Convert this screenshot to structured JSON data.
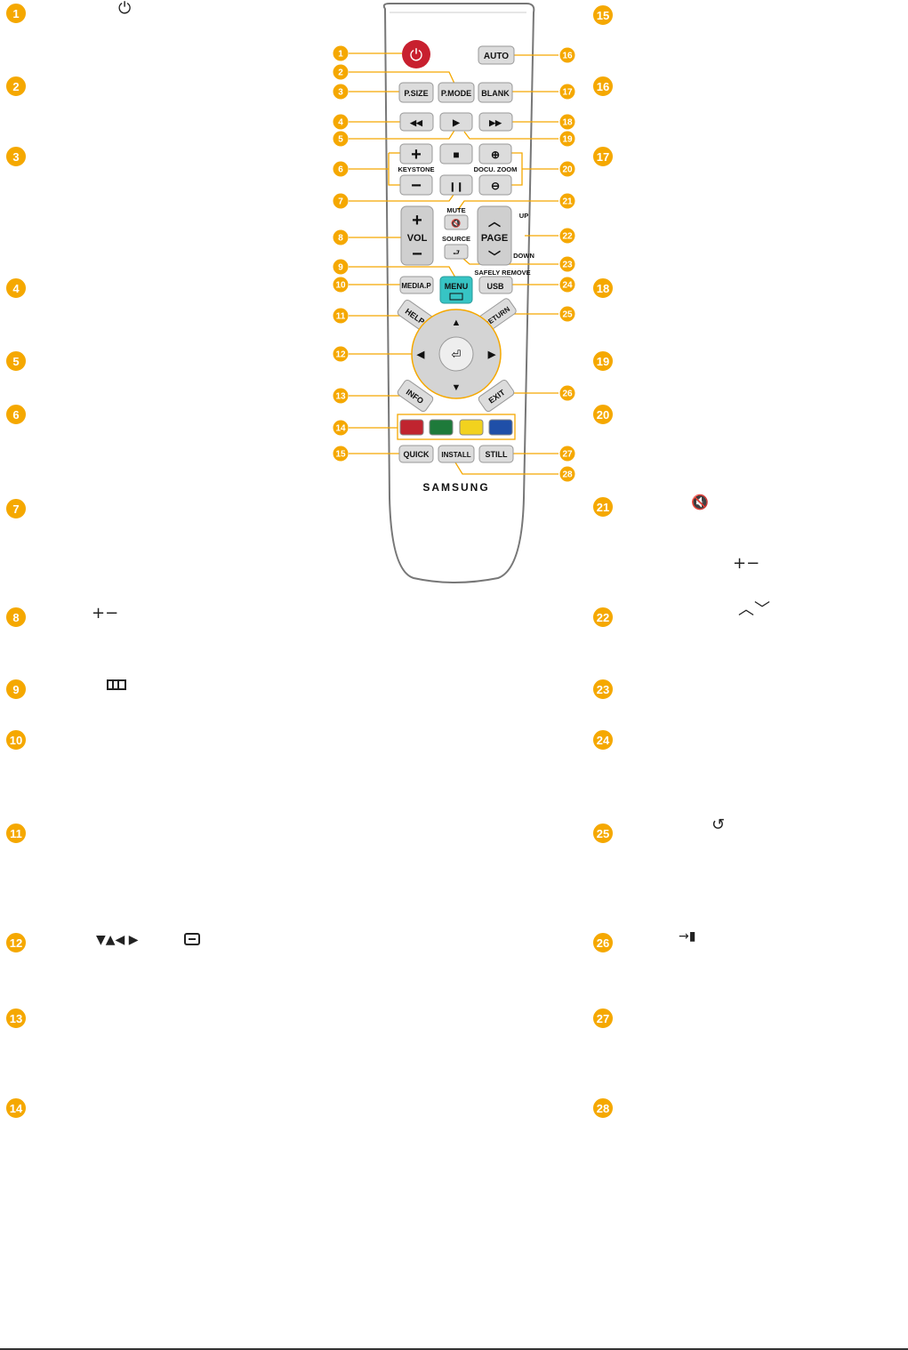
{
  "accent_color": "#F5A800",
  "legend_left": [
    {
      "num": "1",
      "glyph": "⏻"
    },
    {
      "num": "2",
      "glyph": ""
    },
    {
      "num": "3",
      "glyph": ""
    },
    {
      "num": "4",
      "glyph": ""
    },
    {
      "num": "5",
      "glyph": ""
    },
    {
      "num": "6",
      "glyph": ""
    },
    {
      "num": "7",
      "glyph": ""
    },
    {
      "num": "8",
      "glyph": "+−"
    },
    {
      "num": "9",
      "glyph": "menu-icon"
    },
    {
      "num": "10",
      "glyph": ""
    },
    {
      "num": "11",
      "glyph": ""
    },
    {
      "num": "12",
      "glyph": "▼▲◀ ▶"
    },
    {
      "num": "13",
      "glyph": ""
    },
    {
      "num": "14",
      "glyph": ""
    }
  ],
  "legend_right": [
    {
      "num": "15",
      "glyph": ""
    },
    {
      "num": "16",
      "glyph": ""
    },
    {
      "num": "17",
      "glyph": ""
    },
    {
      "num": "18",
      "glyph": ""
    },
    {
      "num": "19",
      "glyph": ""
    },
    {
      "num": "20",
      "glyph": ""
    },
    {
      "num": "21",
      "glyph": "🔇"
    },
    {
      "num": "22",
      "glyph": "︿﹀"
    },
    {
      "num": "23",
      "glyph": ""
    },
    {
      "num": "24",
      "glyph": ""
    },
    {
      "num": "25",
      "glyph": "↺"
    },
    {
      "num": "26",
      "glyph": "→▮"
    },
    {
      "num": "27",
      "glyph": ""
    },
    {
      "num": "28",
      "glyph": ""
    }
  ],
  "legend_extra": {
    "vol_glyph": "+−"
  },
  "remote": {
    "brand": "SAMSUNG",
    "buttons": {
      "power": "⏻",
      "auto": "AUTO",
      "pmode": "P.MODE",
      "psize": "P.SIZE",
      "blank": "BLANK",
      "rewind": "◀◀",
      "play": "▶",
      "ffwd": "▶▶",
      "keystone_plus": "+",
      "stop": "■",
      "zoom_in": "⊕",
      "keystone_minus": "−",
      "pause": "❙❙",
      "zoom_out": "⊖",
      "vol_plus": "+",
      "vol_label": "VOL",
      "vol_minus": "−",
      "mute_icon": "🔇",
      "source_icon": "⮐",
      "page_up": "︿",
      "page_label": "PAGE",
      "page_down": "﹀",
      "mediap": "MEDIA.P",
      "menu": "MENU",
      "usb": "USB",
      "help": "HELP",
      "return": "RETURN",
      "up": "▲",
      "down": "▼",
      "left": "◀",
      "right": "▶",
      "enter": "⏎",
      "info": "INFO",
      "exit": "EXIT",
      "quick": "QUICK",
      "install": "INSTALL",
      "still": "STILL"
    },
    "labels": {
      "keystone": "KEYSTONE",
      "docu_zoom": "DOCU. ZOOM",
      "mute": "MUTE",
      "source": "SOURCE",
      "up": "UP",
      "down": "DOWN",
      "safely_remove": "SAFELY REMOVE"
    },
    "color_keys": [
      "#C0242F",
      "#1E7A3A",
      "#F2D21E",
      "#1F4FA8"
    ],
    "callouts_left": [
      "1",
      "2",
      "3",
      "4",
      "5",
      "6",
      "7",
      "8",
      "9",
      "10",
      "11",
      "12",
      "13",
      "14",
      "15"
    ],
    "callouts_right": [
      "16",
      "17",
      "18",
      "19",
      "20",
      "21",
      "22",
      "23",
      "24",
      "25",
      "26",
      "27",
      "28"
    ]
  }
}
